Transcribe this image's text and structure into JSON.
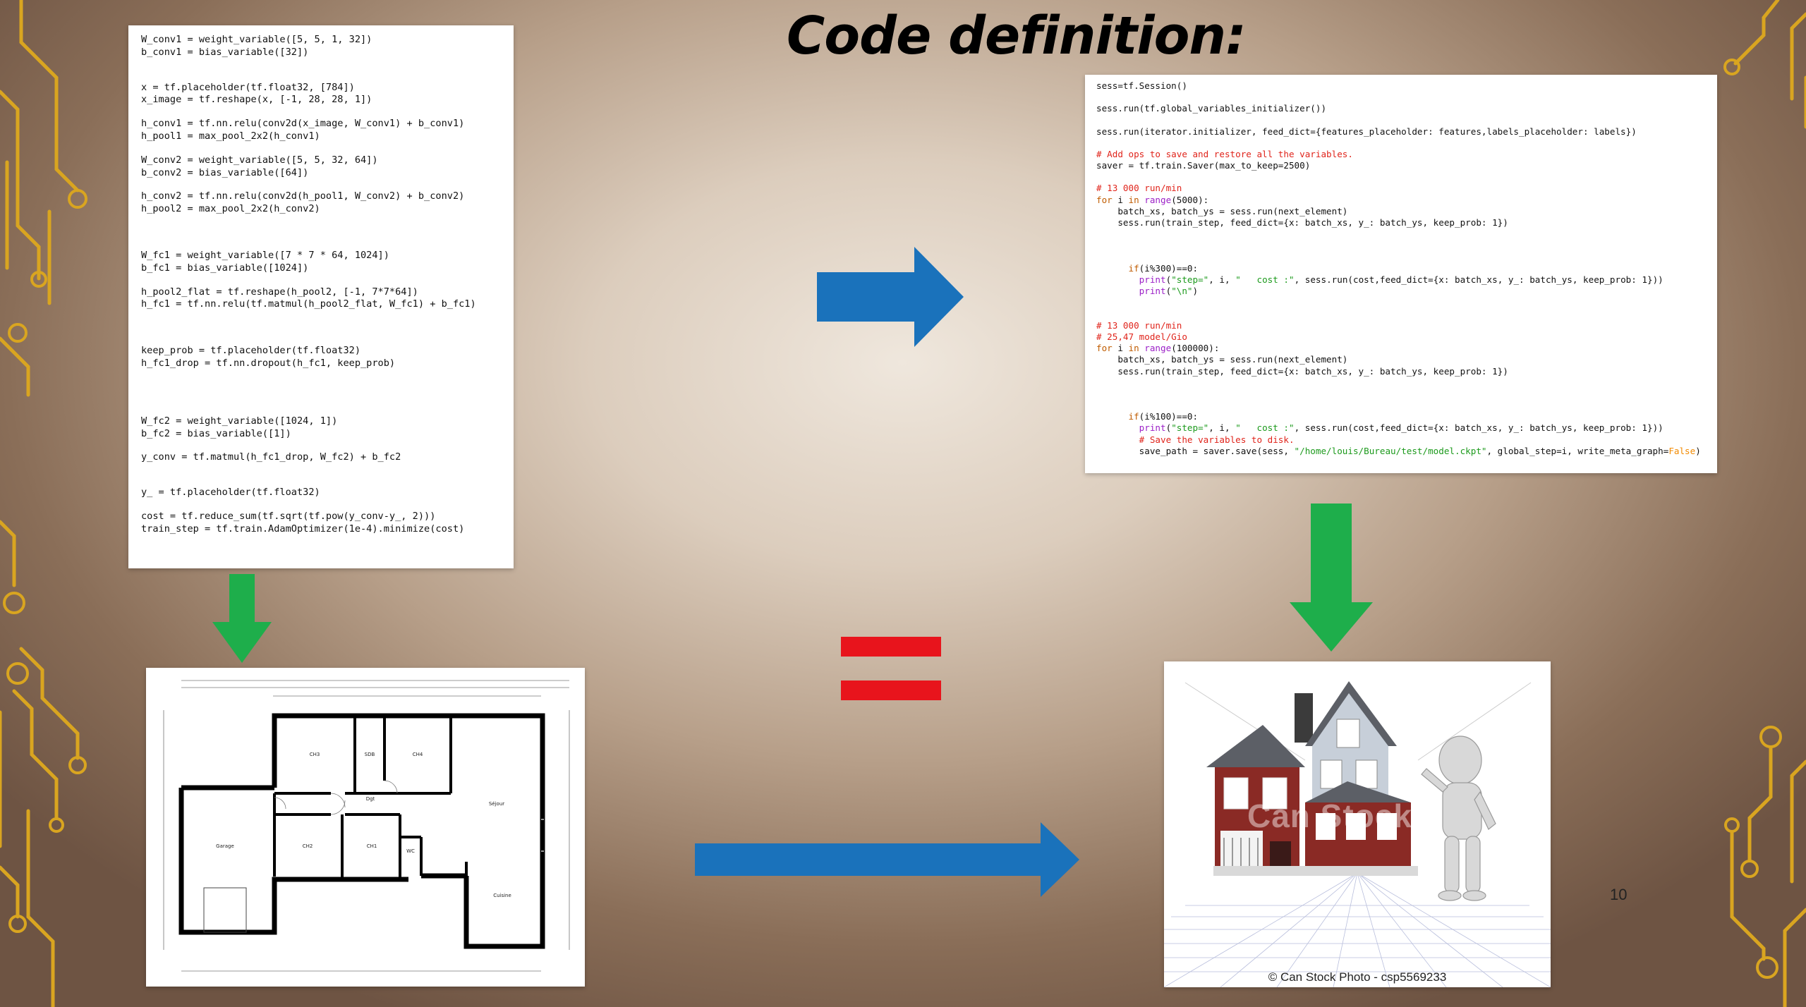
{
  "slide": {
    "title": "Code definition:",
    "page_number": "10"
  },
  "code_left": {
    "lines": [
      "W_conv1 = weight_variable([5, 5, 1, 32])",
      "b_conv1 = bias_variable([32])",
      "",
      "",
      "x = tf.placeholder(tf.float32, [784])",
      "x_image = tf.reshape(x, [-1, 28, 28, 1])",
      "",
      "h_conv1 = tf.nn.relu(conv2d(x_image, W_conv1) + b_conv1)",
      "h_pool1 = max_pool_2x2(h_conv1)",
      "",
      "W_conv2 = weight_variable([5, 5, 32, 64])",
      "b_conv2 = bias_variable([64])",
      "",
      "h_conv2 = tf.nn.relu(conv2d(h_pool1, W_conv2) + b_conv2)",
      "h_pool2 = max_pool_2x2(h_conv2)",
      "",
      "",
      "",
      "W_fc1 = weight_variable([7 * 7 * 64, 1024])",
      "b_fc1 = bias_variable([1024])",
      "",
      "h_pool2_flat = tf.reshape(h_pool2, [-1, 7*7*64])",
      "h_fc1 = tf.nn.relu(tf.matmul(h_pool2_flat, W_fc1) + b_fc1)",
      "",
      "",
      "",
      "keep_prob = tf.placeholder(tf.float32)",
      "h_fc1_drop = tf.nn.dropout(h_fc1, keep_prob)",
      "",
      "",
      "",
      "",
      "W_fc2 = weight_variable([1024, 1])",
      "b_fc2 = bias_variable([1])",
      "",
      "y_conv = tf.matmul(h_fc1_drop, W_fc2) + b_fc2",
      "",
      "",
      "y_ = tf.placeholder(tf.float32)",
      "",
      "cost = tf.reduce_sum(tf.sqrt(tf.pow(y_conv-y_, 2)))",
      "train_step = tf.train.AdamOptimizer(1e-4).minimize(cost)"
    ]
  },
  "code_right": {
    "lines": [
      [
        {
          "t": "sess=tf.Session()",
          "c": ""
        }
      ],
      [],
      [
        {
          "t": "sess.run(tf.global_variables_initializer())",
          "c": ""
        }
      ],
      [],
      [
        {
          "t": "sess.run(iterator.initializer, feed_dict={features_placeholder: features,labels_placeholder: labels})",
          "c": ""
        }
      ],
      [],
      [
        {
          "t": "# Add ops to save and restore all the variables.",
          "c": "cm"
        }
      ],
      [
        {
          "t": "saver = tf.train.Saver(max_to_keep=2500)",
          "c": ""
        }
      ],
      [],
      [
        {
          "t": "# 13 000 run/min",
          "c": "cm"
        }
      ],
      [
        {
          "t": "for",
          "c": "kw"
        },
        {
          "t": " i ",
          "c": ""
        },
        {
          "t": "in",
          "c": "kw"
        },
        {
          "t": " ",
          "c": ""
        },
        {
          "t": "range",
          "c": "pu"
        },
        {
          "t": "(5000):",
          "c": ""
        }
      ],
      [
        {
          "t": "    batch_xs, batch_ys = sess.run(next_element)",
          "c": ""
        }
      ],
      [
        {
          "t": "    sess.run(train_step, feed_dict={x: batch_xs, y_: batch_ys, keep_prob: 1})",
          "c": ""
        }
      ],
      [],
      [],
      [],
      [
        {
          "t": "      ",
          "c": ""
        },
        {
          "t": "if",
          "c": "kw"
        },
        {
          "t": "(i%300)==0:",
          "c": ""
        }
      ],
      [
        {
          "t": "        ",
          "c": ""
        },
        {
          "t": "print",
          "c": "pu"
        },
        {
          "t": "(",
          "c": ""
        },
        {
          "t": "\"step=\"",
          "c": "st"
        },
        {
          "t": ", i, ",
          "c": ""
        },
        {
          "t": "\"   cost :\"",
          "c": "st"
        },
        {
          "t": ", sess.run(cost,feed_dict={x: batch_xs, y_: batch_ys, keep_prob: 1}))",
          "c": ""
        }
      ],
      [
        {
          "t": "        ",
          "c": ""
        },
        {
          "t": "print",
          "c": "pu"
        },
        {
          "t": "(",
          "c": ""
        },
        {
          "t": "\"\\n\"",
          "c": "st"
        },
        {
          "t": ")",
          "c": ""
        }
      ],
      [],
      [],
      [
        {
          "t": "# 13 000 run/min",
          "c": "cm"
        }
      ],
      [
        {
          "t": "# 25,47 model/Gio",
          "c": "cm"
        }
      ],
      [
        {
          "t": "for",
          "c": "kw"
        },
        {
          "t": " i ",
          "c": ""
        },
        {
          "t": "in",
          "c": "kw"
        },
        {
          "t": " ",
          "c": ""
        },
        {
          "t": "range",
          "c": "pu"
        },
        {
          "t": "(100000):",
          "c": ""
        }
      ],
      [
        {
          "t": "    batch_xs, batch_ys = sess.run(next_element)",
          "c": ""
        }
      ],
      [
        {
          "t": "    sess.run(train_step, feed_dict={x: batch_xs, y_: batch_ys, keep_prob: 1})",
          "c": ""
        }
      ],
      [],
      [],
      [],
      [
        {
          "t": "      ",
          "c": ""
        },
        {
          "t": "if",
          "c": "kw"
        },
        {
          "t": "(i%100)==0:",
          "c": ""
        }
      ],
      [
        {
          "t": "        ",
          "c": ""
        },
        {
          "t": "print",
          "c": "pu"
        },
        {
          "t": "(",
          "c": ""
        },
        {
          "t": "\"step=\"",
          "c": "st"
        },
        {
          "t": ", i, ",
          "c": ""
        },
        {
          "t": "\"   cost :\"",
          "c": "st"
        },
        {
          "t": ", sess.run(cost,feed_dict={x: batch_xs, y_: batch_ys, keep_prob: 1}))",
          "c": ""
        }
      ],
      [
        {
          "t": "        ",
          "c": ""
        },
        {
          "t": "# Save the variables to disk.",
          "c": "cm"
        }
      ],
      [
        {
          "t": "        save_path = saver.save(sess, ",
          "c": ""
        },
        {
          "t": "\"/home/louis/Bureau/test/model.ckpt\"",
          "c": "st"
        },
        {
          "t": ", global_step=i, write_meta_graph=",
          "c": ""
        },
        {
          "t": "False",
          "c": "fa"
        },
        {
          "t": ")",
          "c": ""
        }
      ]
    ]
  },
  "floor_plan": {
    "rooms": [
      "CH3",
      "SDB",
      "CH4",
      "Dgt",
      "Séjour",
      "Garage",
      "CH2",
      "CH1",
      "WC",
      "Cuisine"
    ]
  },
  "house_image": {
    "watermark": "Can Stock",
    "credit": "© Can Stock Photo - csp5569233"
  },
  "colors": {
    "blue_arrow": "#1a72bb",
    "green_arrow": "#1eae4b",
    "equals": "#e8141c",
    "circuit": "#d9a520",
    "comment": "#e0241b",
    "keyword": "#c05c00",
    "builtin": "#9b1fc7",
    "string": "#1c9a1c",
    "false_literal": "#f28a00"
  },
  "icons": [
    "right-arrow-icon",
    "down-arrow-icon",
    "equals-icon",
    "circuit-decoration"
  ]
}
